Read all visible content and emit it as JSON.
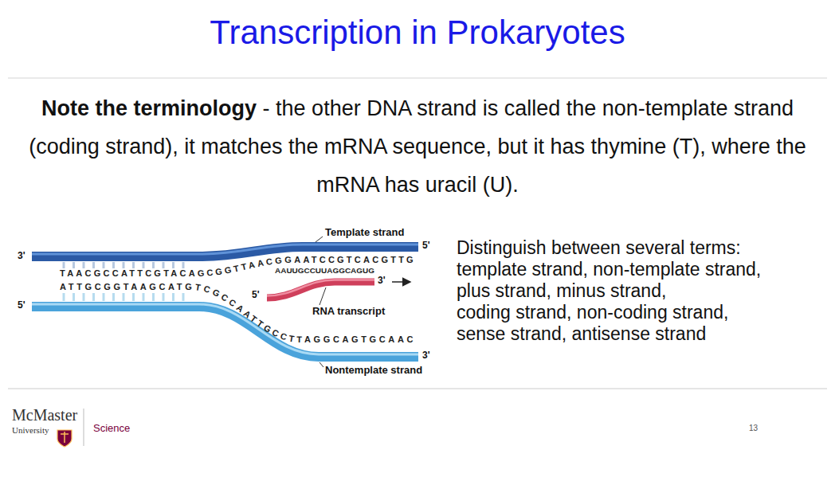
{
  "diagram": {
    "title": "Transcription in Prokaryotes",
    "labels": [
      "Note the terminology",
      "- the other DNA strand is called the non-template strand (coding strand), it matches the mRNA sequence, but it has thymine (T), where the mRNA has uracil (U).",
      "Template strand",
      "5'",
      "3'",
      "5'",
      "TAACGCCATTCGTACAGCGGTTAACGGAATCCGTCACGTTG",
      "ATTGCGGTAAGCATGTCGCCAATTGCCTTAGGCAGTGCAAC",
      "AAUUGCCUUAGGCAGUG",
      "5'",
      "3'",
      "RNA transcript",
      "3'",
      "Nontemplate strand",
      "Distinguish between several terms:",
      "template strand, non-template strand,",
      "plus strand, minus strand,",
      "coding strand, non-coding strand,",
      "sense strand, antisense strand",
      "McMaster",
      "University",
      "Science",
      "13"
    ]
  }
}
